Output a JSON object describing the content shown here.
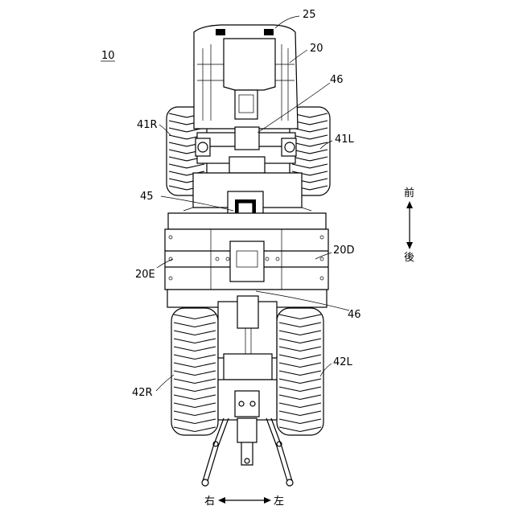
{
  "figure": {
    "number": "10",
    "labels": {
      "hood": "25",
      "body_frame": "20",
      "front_axle_link": "46",
      "front_right_wheel": "41R",
      "front_left_wheel": "41L",
      "center_component": "45",
      "left_frame": "20D",
      "right_frame": "20E",
      "rear_axle_link": "46",
      "rear_right_wheel": "42R",
      "rear_left_wheel": "42L"
    },
    "directions": {
      "front": "前",
      "rear": "後",
      "right": "右",
      "left": "左"
    }
  }
}
